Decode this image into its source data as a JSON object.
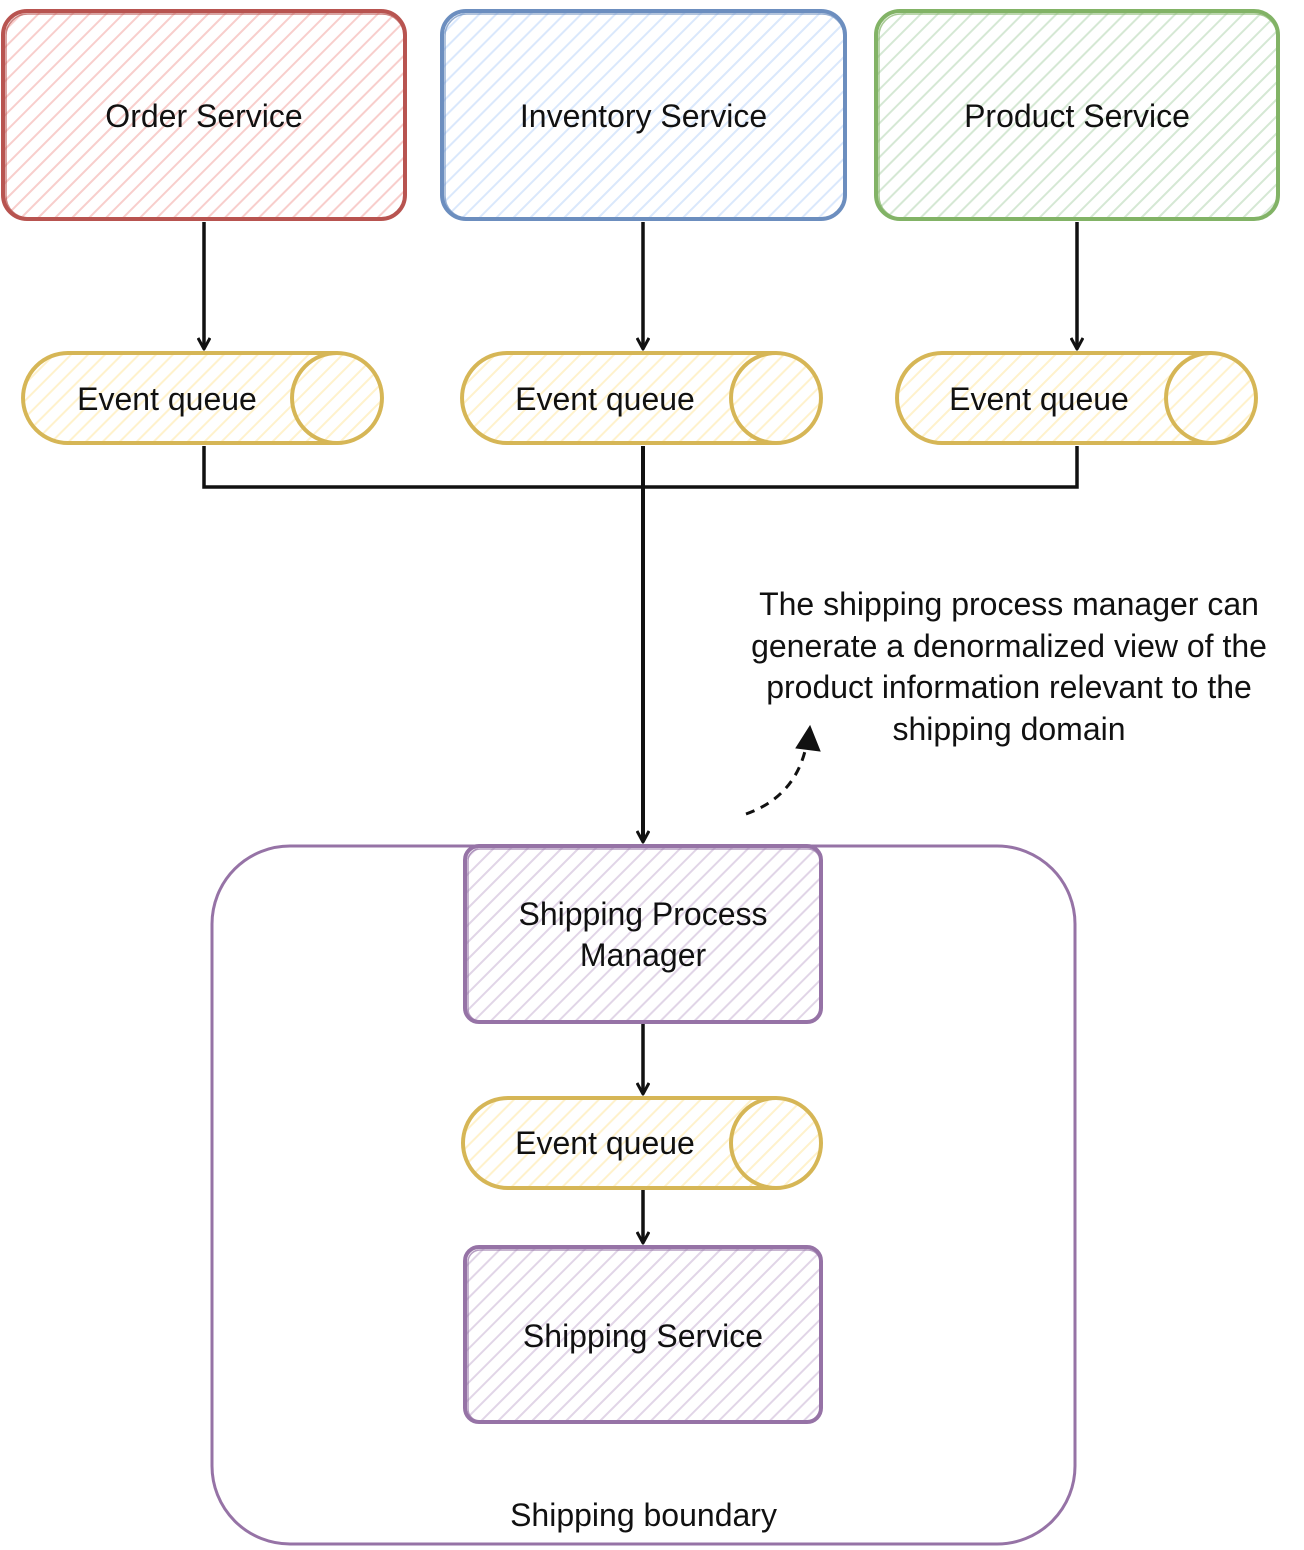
{
  "colors": {
    "order": {
      "stroke": "#b85450",
      "fill": "#f8cecc"
    },
    "inventory": {
      "stroke": "#6c8ebf",
      "fill": "#dae8fc"
    },
    "product": {
      "stroke": "#82b366",
      "fill": "#d5e8d4"
    },
    "queue": {
      "stroke": "#d6b656",
      "fill": "#fff2cc"
    },
    "shipping": {
      "stroke": "#9673a6",
      "fill": "#e1d5e7"
    },
    "arrow": "#111111"
  },
  "services": {
    "order": "Order Service",
    "inventory": "Inventory Service",
    "product": "Product Service"
  },
  "queues": {
    "order": "Event queue",
    "inventory": "Event queue",
    "product": "Event queue",
    "shipping": "Event queue"
  },
  "shipping": {
    "manager_line1": "Shipping Process",
    "manager_line2": "Manager",
    "service": "Shipping Service",
    "boundary": "Shipping boundary"
  },
  "note": {
    "line1": "The shipping process manager can",
    "line2": "generate a denormalized view of the",
    "line3": "product information relevant to the",
    "line4": "shipping domain"
  }
}
